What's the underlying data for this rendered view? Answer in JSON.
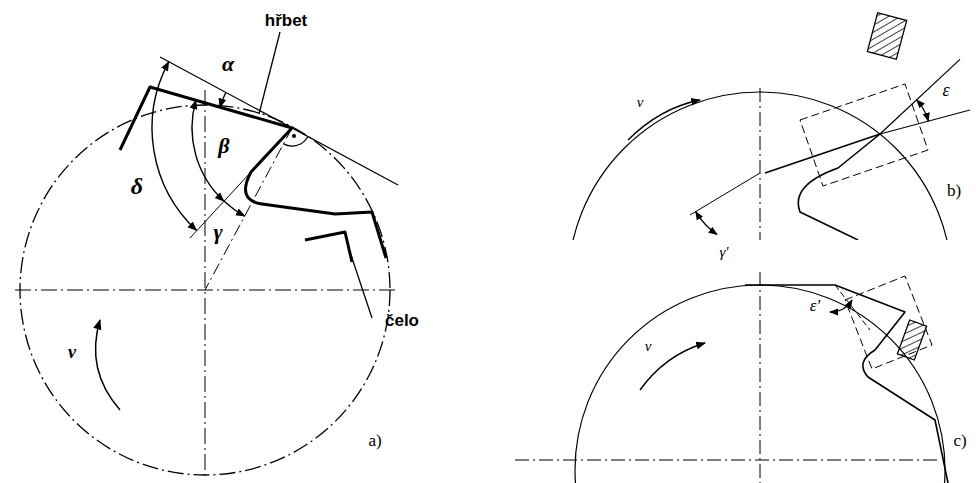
{
  "diagram": {
    "labels": [
      "δ",
      "α",
      "β",
      "γ",
      "hřbet",
      "čelo",
      "v",
      "a)",
      "v",
      "ε",
      "γ'",
      "b)",
      "v",
      "ε'",
      "c)"
    ]
  }
}
